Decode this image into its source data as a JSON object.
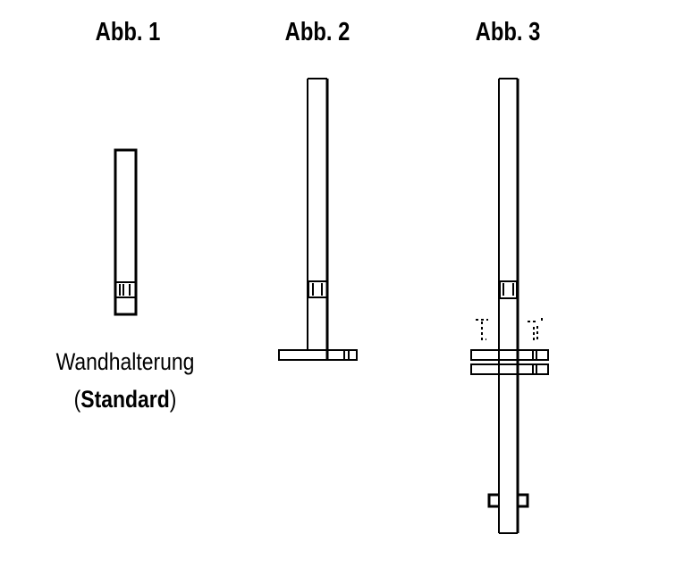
{
  "figures": [
    {
      "title": "Abb. 1",
      "caption_line1": "Wandhalterung",
      "caption_paren_open": "(",
      "caption_bold": "Standard",
      "caption_paren_close": ")"
    },
    {
      "title": "Abb. 2"
    },
    {
      "title": "Abb. 3"
    }
  ],
  "colors": {
    "line": "#000000",
    "background": "#ffffff"
  }
}
